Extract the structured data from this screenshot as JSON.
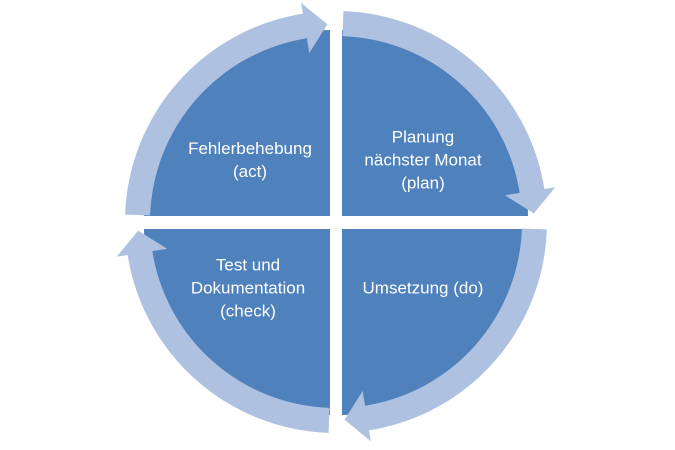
{
  "diagram": {
    "type": "cycle",
    "flow_direction": "clockwise",
    "colors": {
      "quadrant_fill": "#4F81BD",
      "arrow_fill": "#AEC1E0",
      "label_text": "#FFFFFF",
      "background": "#FFFFFF"
    },
    "quadrants": [
      {
        "id": "act",
        "position": "top-left",
        "lines": [
          "Fehlerbehebung",
          "(act)"
        ]
      },
      {
        "id": "plan",
        "position": "top-right",
        "lines": [
          "Planung",
          "nächster Monat",
          "(plan)"
        ]
      },
      {
        "id": "check",
        "position": "bottom-left",
        "lines": [
          "Test und",
          "Dokumentation",
          "(check)"
        ]
      },
      {
        "id": "do",
        "position": "bottom-right",
        "lines": [
          "Umsetzung (do)"
        ]
      }
    ],
    "arrows": [
      {
        "from": "act",
        "to": "plan",
        "head_at": "top-center,pointing-right"
      },
      {
        "from": "plan",
        "to": "do",
        "head_at": "right-center,pointing-down"
      },
      {
        "from": "do",
        "to": "check",
        "head_at": "bottom-center,pointing-left"
      },
      {
        "from": "check",
        "to": "act",
        "head_at": "left-center,pointing-up"
      }
    ]
  }
}
